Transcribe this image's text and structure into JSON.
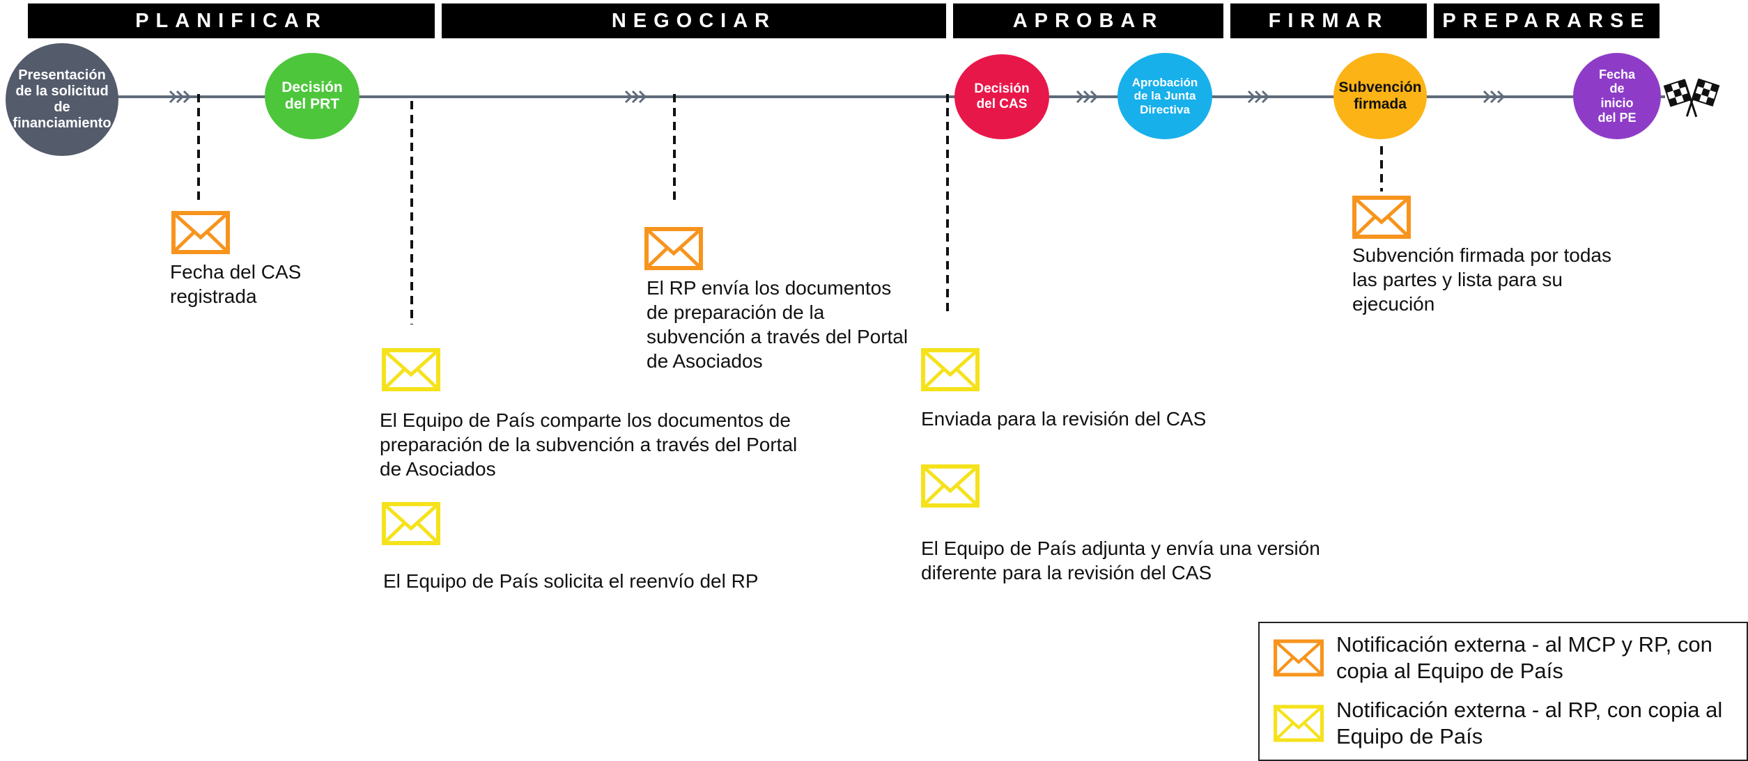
{
  "phases": {
    "planificar": "PLANIFICAR",
    "negociar": "NEGOCIAR",
    "aprobar": "APROBAR",
    "firmar": "FIRMAR",
    "prepararse": "PREPARARSE"
  },
  "milestones": {
    "presentacion": "Presentación de la solicitud de financiamiento",
    "decision_prt": "Decisión del PRT",
    "decision_cas": "Decisión del CAS",
    "aprobacion_junta": "Aprobación de la Junta Directiva",
    "subvencion_firmada": "Subvención firmada",
    "fecha_inicio": "Fecha de inicio del PE"
  },
  "notifications": {
    "cas_registrada": "Fecha del CAS registrada",
    "rp_envia": "El RP envía los documentos de preparación de la subvención a través del Portal de Asociados",
    "equipo_comparte": "El Equipo de País comparte los documentos de preparación de la subvención a través del Portal de Asociados",
    "equipo_solicita": "El Equipo de País solicita el reenvío del RP",
    "enviada_revision": "Enviada para la revisión del CAS",
    "equipo_adjunta": "El Equipo de País adjunta y envía una versión diferente para la revisión del CAS",
    "firmada_partes": "Subvención firmada por todas las partes y lista para su ejecución"
  },
  "legend": {
    "orange": "Notificación externa - al MCP y RP, con copia al Equipo de País",
    "yellow": "Notificación externa - al RP, con copia al Equipo de País"
  },
  "colors": {
    "orange_envelope": "#F7941D",
    "yellow_envelope": "#F5E21B",
    "presentacion": "#545B6B",
    "decision_prt": "#4DC63C",
    "decision_cas": "#E8174A",
    "aprobacion_junta": "#17B0EA",
    "subvencion_firmada": "#FBB316",
    "fecha_inicio": "#8E3CC8",
    "timeline": "#5F6B7A"
  },
  "icons": {
    "timeline_arrows": "triple-chevron-right-icon",
    "finish": "checkered-flags-icon",
    "notification": "envelope-icon"
  }
}
